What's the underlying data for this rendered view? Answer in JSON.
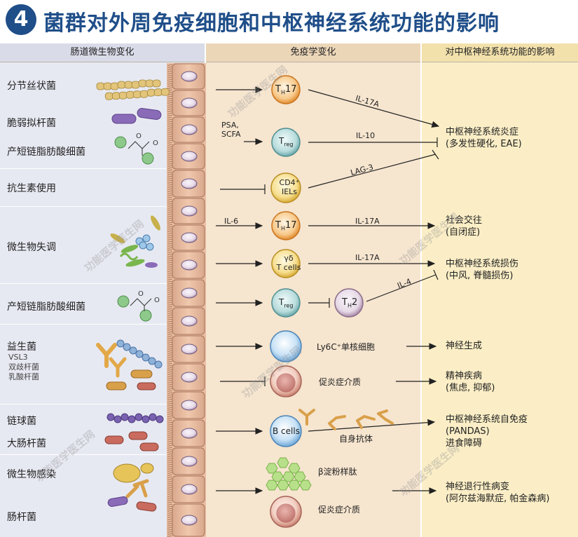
{
  "header": {
    "number": "4",
    "title": "菌群对外周免疫细胞和中枢神经系统功能的影响"
  },
  "columns": {
    "microbiota": "肠道微生物变化",
    "immune": "免疫学变化",
    "cns": "对中枢神经系统功能的影响"
  },
  "microbes": {
    "sfb": "分节丝状菌",
    "bfragilis": "脆弱拟杆菌",
    "scfa_producers": "产短链脂肪酸细菌",
    "antibiotics": "抗生素使用",
    "dysbiosis": "微生物失调",
    "scfa_producers2": "产短链脂肪酸细菌",
    "probiotics": "益生菌",
    "probiotics_sub": [
      "VSL3",
      "双歧杆菌",
      "乳酸杆菌"
    ],
    "streptococcus": "链球菌",
    "ecoli": "大肠杆菌",
    "infection": "微生物感染",
    "bacillus": "肠杆菌"
  },
  "cells": {
    "th17": "17",
    "th_prefix": "T",
    "th_sub": "H",
    "treg": "T",
    "treg_sub": "reg",
    "cd4_line1": "CD4⁺",
    "cd4_line2": "IELs",
    "th17b": "17",
    "gdt_line1": "γδ",
    "gdt_line2": "T cells",
    "treg2": "T",
    "treg2_sub": "reg",
    "th2": "2",
    "bcells": "B cells"
  },
  "signals": {
    "psa_scfa": [
      "PSA,",
      "SCFA"
    ],
    "il17a_1": "IL-17A",
    "il10": "IL-10",
    "lag3": "LAG-3",
    "il6": "IL-6",
    "il17a_2": "IL-17A",
    "il17a_3": "IL-17A",
    "il4": "IL-4",
    "ly6c": "Ly6C⁺单核细胞",
    "proinflam1": "促炎症介质",
    "autoab": "自身抗体",
    "amyloid": "β淀粉样肽",
    "proinflam2": "促炎症介质"
  },
  "outcomes": {
    "cns_inflam": [
      "中枢神经系统炎症",
      "(多发性硬化, EAE)"
    ],
    "social": [
      "社会交往",
      "(自闭症)"
    ],
    "cns_injury": [
      "中枢神经系统损伤",
      "(中风, 脊髓损伤)"
    ],
    "neurogenesis": "神经生成",
    "psychiatric": [
      "精神疾病",
      "(焦虑, 抑郁)"
    ],
    "autoimmune": [
      "中枢神经系统自免疫",
      "(PANDAS)",
      "进食障碍"
    ],
    "neurodegen": [
      "神经退行性病变",
      "(阿尔兹海默症, 帕金森病)"
    ]
  },
  "watermark": "功能医学医生网"
}
